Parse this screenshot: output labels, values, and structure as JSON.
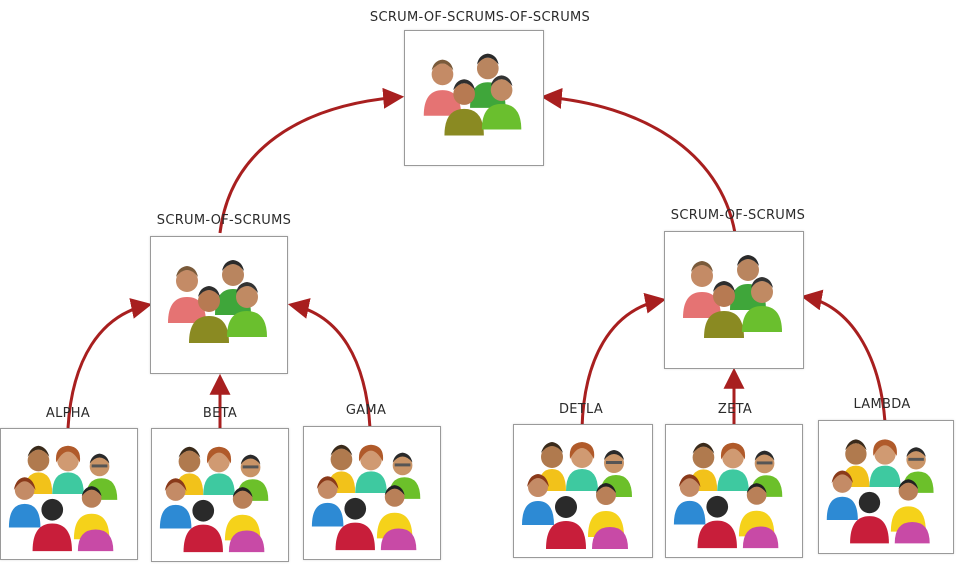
{
  "top": {
    "label": "SCRUM-OF-SCRUMS-OF-SCRUMS"
  },
  "left_sos": {
    "label": "SCRUM-OF-SCRUMS"
  },
  "right_sos": {
    "label": "SCRUM-OF-SCRUMS"
  },
  "teams": [
    {
      "label": "ALPHA"
    },
    {
      "label": "BETA"
    },
    {
      "label": "GAMA"
    },
    {
      "label": "DETLA"
    },
    {
      "label": "ZETA"
    },
    {
      "label": "LAMBDA"
    }
  ],
  "colors": {
    "arrow": "#a81f1f",
    "border": "#9a9a9a"
  },
  "icons": {
    "group_icon": "people-group-icon",
    "team_icon": "people-team-icon"
  }
}
